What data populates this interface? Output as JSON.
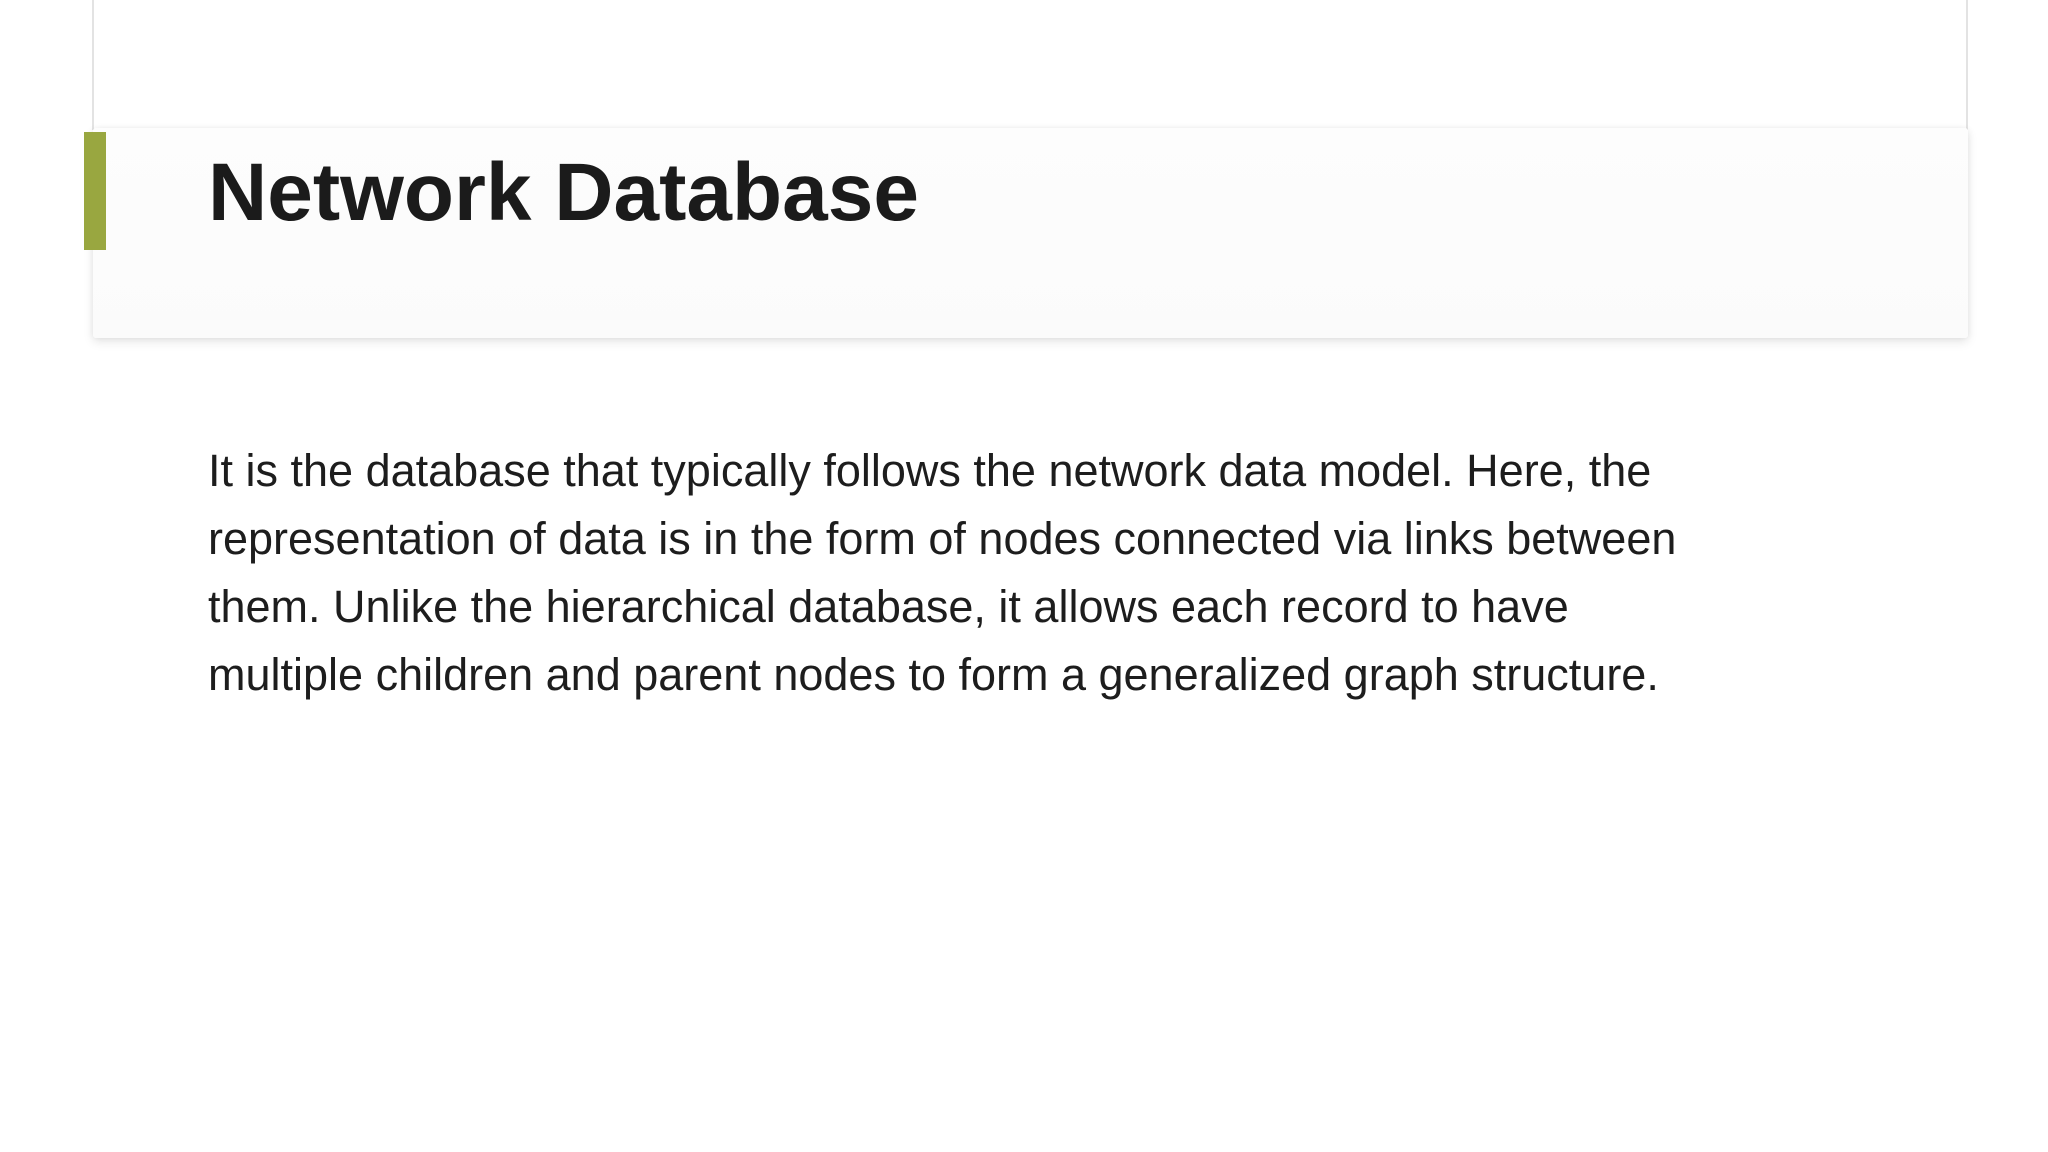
{
  "slide": {
    "title": "Network Database",
    "paragraph": {
      "lines": [
        "It is the database that typically follows the network data model. Here, the",
        "representation of data is in the form of nodes connected via links between",
        "them. Unlike the hierarchical database, it allows each record to have",
        "multiple children and parent nodes to form a generalized graph structure."
      ]
    }
  },
  "colors": {
    "accent_bar": "#99a740",
    "page_edge_line": "#e3e3e3",
    "banner_background": "#fcfcfc",
    "title_text": "#1b1b1b",
    "body_text": "#1d1d1d",
    "page_background": "#ffffff"
  }
}
